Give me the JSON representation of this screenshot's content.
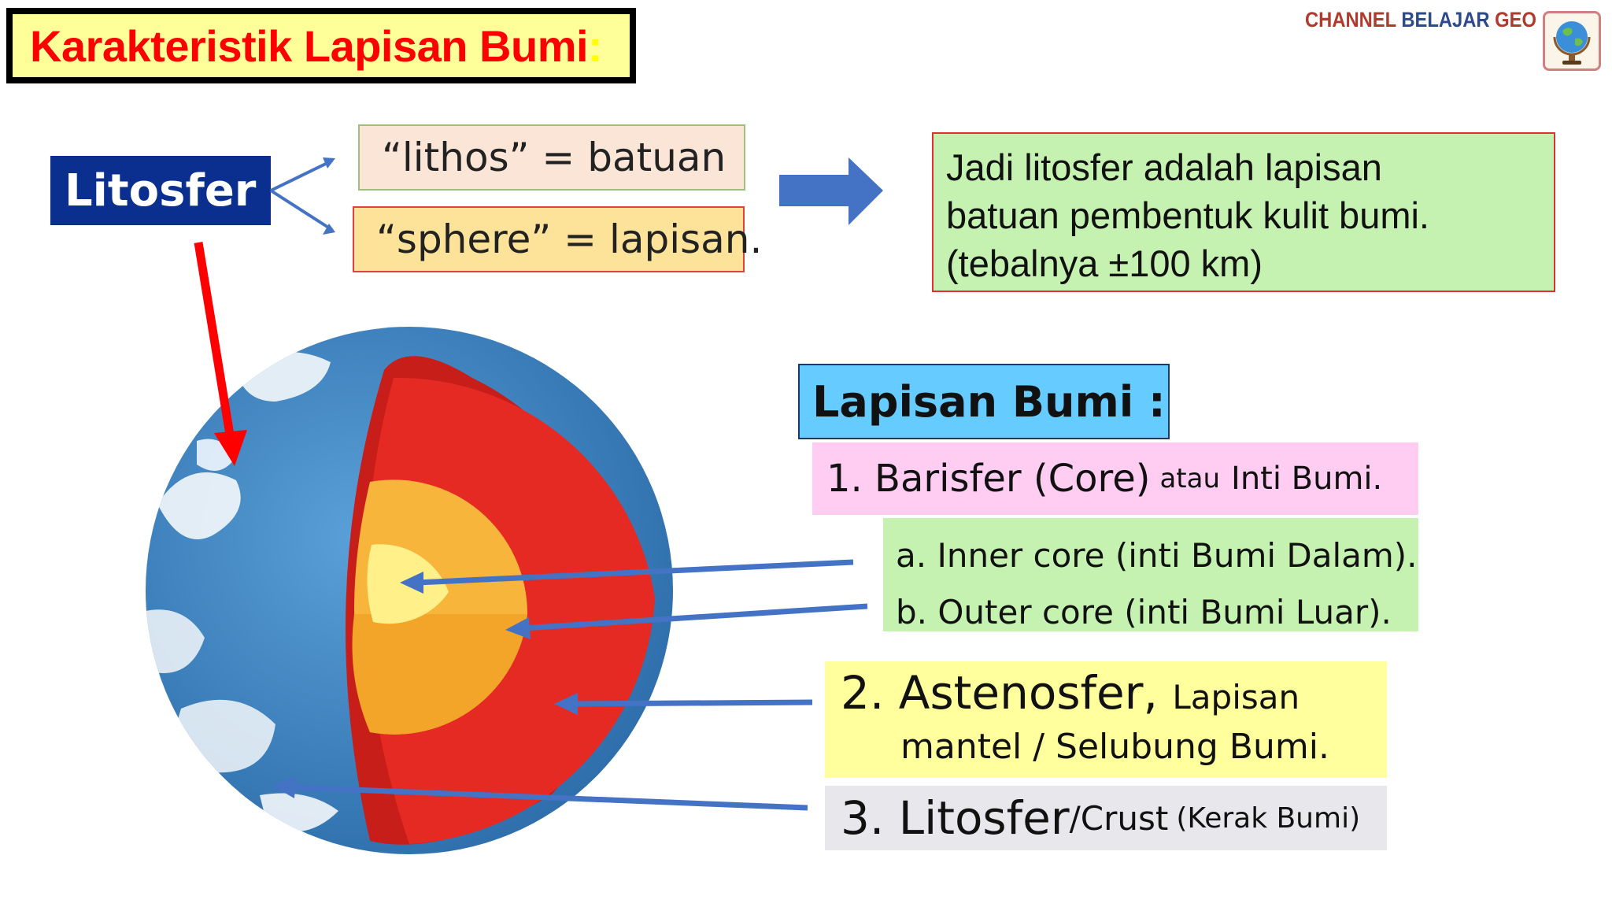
{
  "title": {
    "text": "Karakteristik Lapisan Bumi",
    "colon": ":"
  },
  "channel": {
    "part1": "CHANNEL ",
    "part2": "BELAJAR",
    "part3": " GEO",
    "logo_icon": "globe-icon"
  },
  "litosfer_label": "Litosfer",
  "etymology": {
    "lithos": "“lithos” = batuan",
    "sphere": "“sphere” = lapisan."
  },
  "conclusion": {
    "line1": "Jadi litosfer adalah lapisan",
    "line2": "batuan pembentuk kulit bumi.",
    "line3": "(tebalnya ±100 km)"
  },
  "lapisan": {
    "header": "Lapisan Bumi :",
    "barisfer": {
      "main": "1.  Barisfer (Core)",
      "small": "atau",
      "rest": "Inti Bumi."
    },
    "core": {
      "inner": "a. Inner core (inti Bumi Dalam).",
      "outer": "b. Outer core (inti Bumi Luar)."
    },
    "astenosfer": {
      "main": "2. Astenosfer,",
      "small": "Lapisan",
      "line2": "mantel / Selubung Bumi."
    },
    "litosfer": {
      "main": "3. Litosfer",
      "mid": "/Crust",
      "small": "(Kerak Bumi)"
    }
  },
  "colors": {
    "title_red": "#ff0000",
    "title_bg": "#ffff99",
    "navy": "#0b2f8f",
    "arrow_blue": "#4472c4",
    "arrow_red": "#ff0000",
    "mantle_red": "#e52a23",
    "outer_core": "#f7b53c",
    "inner_core": "#fff08a"
  }
}
